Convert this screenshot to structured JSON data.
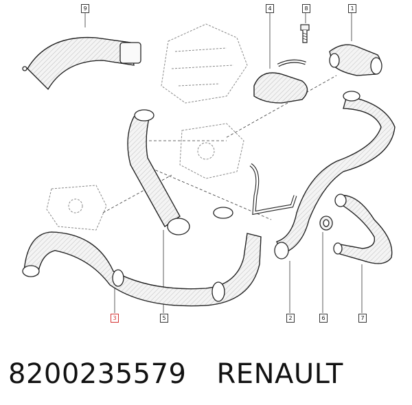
{
  "callouts": [
    "9",
    "4",
    "8",
    "1",
    "5",
    "3",
    "2",
    "6",
    "7"
  ],
  "caption": {
    "part_number": "8200235579",
    "brand": "RENAULT"
  },
  "colors": {
    "line": "#222222",
    "hose_fill": "#f4f4f4",
    "highlight": "#d32f2f"
  }
}
